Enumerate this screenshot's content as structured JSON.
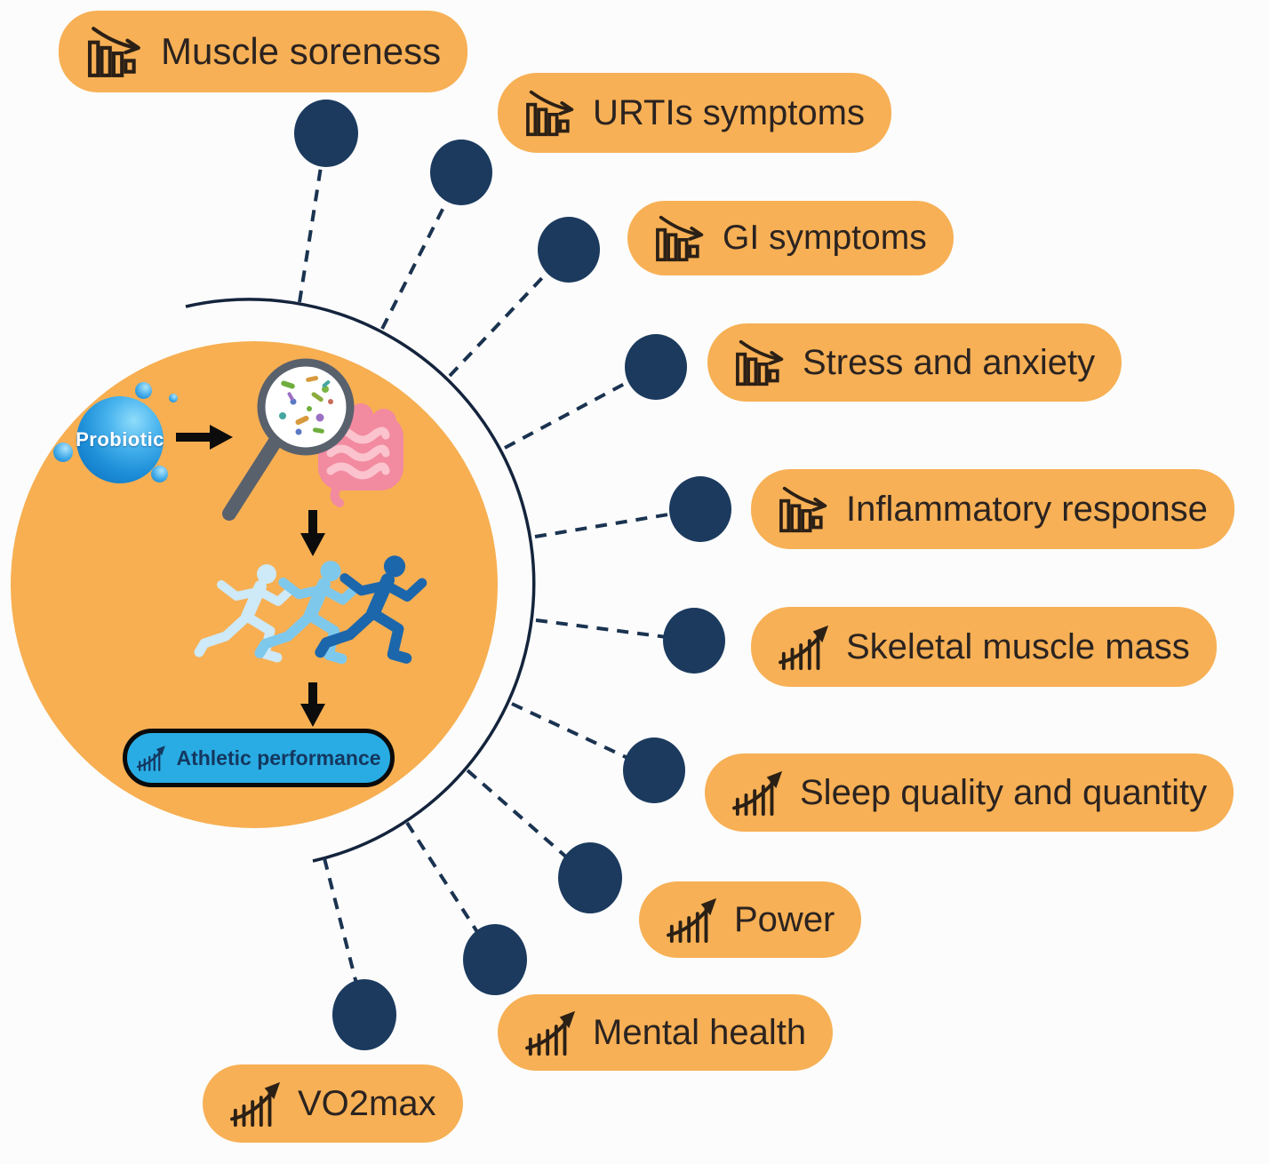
{
  "center": {
    "probiotic_label": "Probiotic",
    "athletic_performance_label": "Athletic performance"
  },
  "pills": [
    {
      "label": "Muscle soreness",
      "trend": "decrease"
    },
    {
      "label": "URTIs symptoms",
      "trend": "decrease"
    },
    {
      "label": "GI symptoms",
      "trend": "decrease"
    },
    {
      "label": "Stress and anxiety",
      "trend": "decrease"
    },
    {
      "label": "Inflammatory response",
      "trend": "decrease"
    },
    {
      "label": "Skeletal muscle mass",
      "trend": "increase"
    },
    {
      "label": "Sleep quality and quantity",
      "trend": "increase"
    },
    {
      "label": "Power",
      "trend": "increase"
    },
    {
      "label": "Mental health",
      "trend": "increase"
    },
    {
      "label": "VO2max",
      "trend": "increase"
    }
  ],
  "colors": {
    "background": "#FCFCFC",
    "pill_background": "#F7B055",
    "pill_text": "#2B2320",
    "navy": "#1B3A5E",
    "central_circle_orange": "#F7AF52",
    "badge_blue": "#29ACE3",
    "badge_border": "#0A0A0A",
    "probiotic_blue": "#1D8FD8",
    "intestine_pink": "#F28AA0",
    "runner_light": "#CEE9F7",
    "runner_mid": "#7EC8EC",
    "runner_dark": "#1C67AC"
  }
}
